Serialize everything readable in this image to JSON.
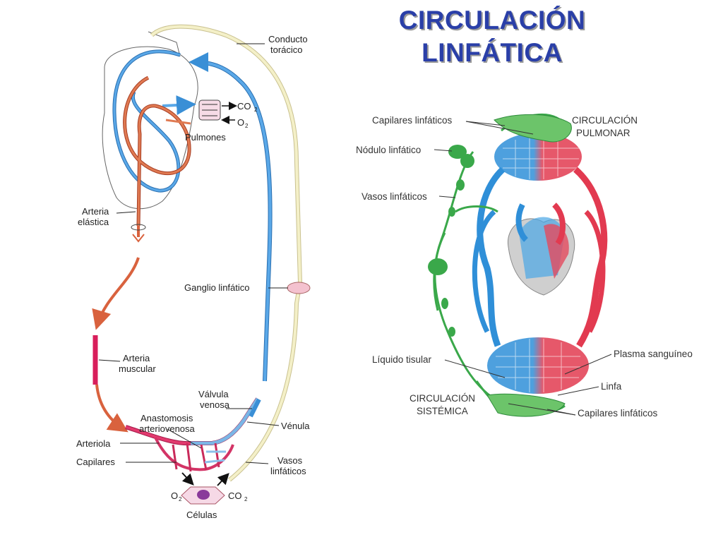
{
  "title": {
    "line1": "CIRCULACIÓN",
    "line2": "LINFÁTICA"
  },
  "left_diagram": {
    "conducto_1": "Conducto",
    "conducto_2": "torácico",
    "co2_top": "CO",
    "co2_sub": "2",
    "o2_top": "O",
    "o2_sub": "2",
    "pulmones": "Pulmones",
    "arteria_elastica_1": "Arteria",
    "arteria_elastica_2": "elástica",
    "ganglio": "Ganglio linfático",
    "arteria_muscular_1": "Arteria",
    "arteria_muscular_2": "muscular",
    "valvula_1": "Válvula",
    "valvula_2": "venosa",
    "anastomosis_1": "Anastomosis",
    "anastomosis_2": "arteriovenosa",
    "venula": "Vénula",
    "arteriola": "Arteriola",
    "capilares": "Capilares",
    "vasos_1": "Vasos",
    "vasos_2": "linfáticos",
    "o2_bottom": "O",
    "o2_bottom_sub": "2",
    "co2_bottom": "CO",
    "co2_bottom_sub": "2",
    "celulas": "Células"
  },
  "right_diagram": {
    "capilares_top": "Capilares linfáticos",
    "circ_pulmonar_1": "CIRCULACIÓN",
    "circ_pulmonar_2": "PULMONAR",
    "nodulo": "Nódulo linfático",
    "vasos": "Vasos linfáticos",
    "liquido": "Líquido tisular",
    "plasma": "Plasma sanguíneo",
    "linfa": "Linfa",
    "circ_sistemica_1": "CIRCULACIÓN",
    "circ_sistemica_2": "SISTÉMICA",
    "capilares_bottom": "Capilares linfáticos"
  },
  "colors": {
    "title": "#2a3fa8",
    "vein_blue": "#3a8fd6",
    "artery_red": "#d9623e",
    "muscular_pink": "#d81e5b",
    "lymph_yellow": "#f2eec0",
    "lymph_green": "#3aa84a",
    "blood_red": "#e23a50",
    "blood_blue": "#2f8fd8"
  }
}
